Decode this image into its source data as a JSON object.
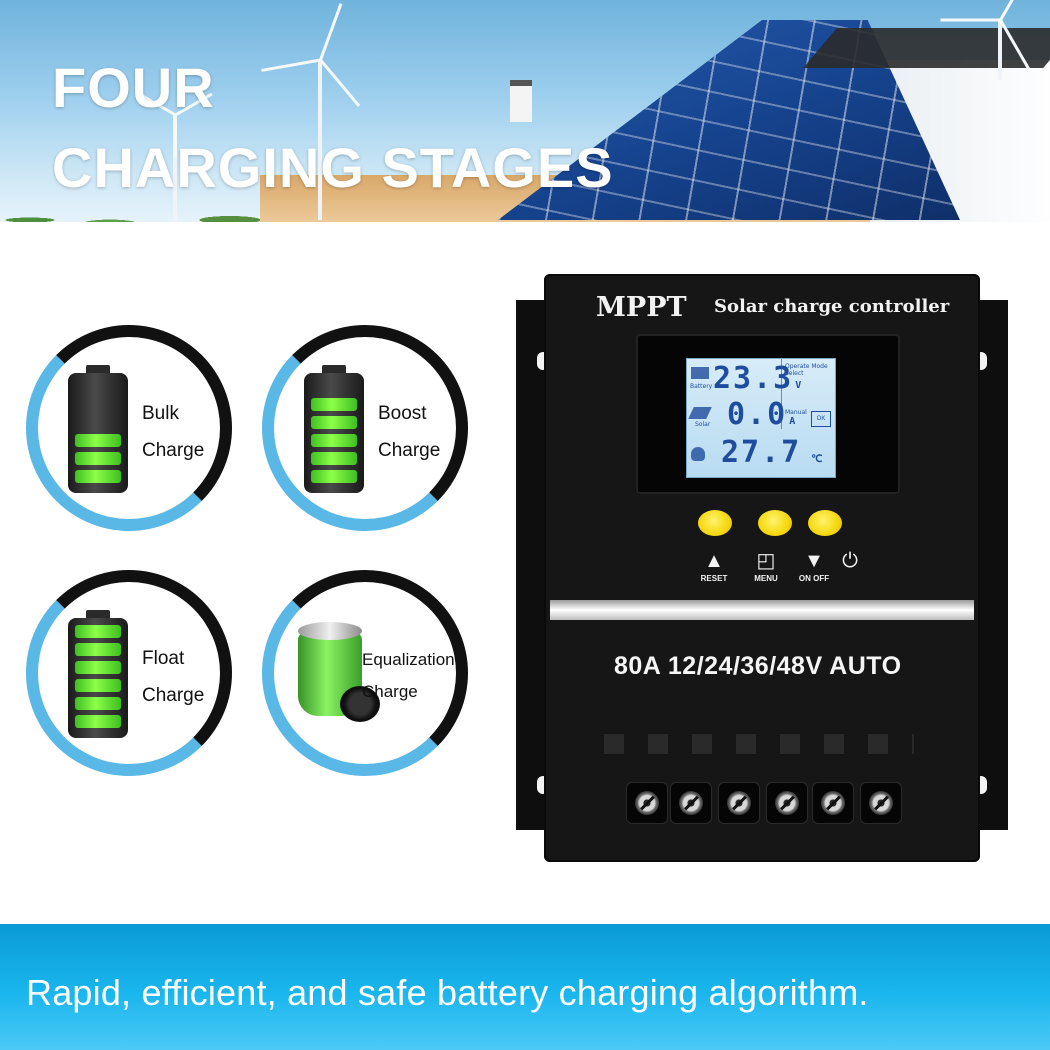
{
  "header": {
    "line1": "FOUR",
    "line2": "CHARGING STAGES"
  },
  "stages": [
    {
      "line1": "Bulk",
      "line2": "Charge",
      "level_fraction": 0.5,
      "icon": "battery-icon"
    },
    {
      "line1": "Boost",
      "line2": "Charge",
      "level_fraction": 0.75,
      "icon": "battery-icon"
    },
    {
      "line1": "Float",
      "line2": "Charge",
      "level_fraction": 1.0,
      "icon": "battery-icon"
    },
    {
      "line1": "Equalization",
      "line2": "Charge",
      "icon": "charging-jar-icon"
    }
  ],
  "controller": {
    "brand": "MPPT",
    "subtitle": "Solar charge controller",
    "lcd": {
      "voltage": "23.3",
      "voltage_unit": "V",
      "current": "0.0",
      "current_unit": "A",
      "temperature": "27.7",
      "temperature_unit": "℃",
      "battery_label": "Battery",
      "solar_label": "Solar",
      "mode_label": "Operate Mode Select",
      "manual_label": "Manual",
      "ok_label": "OK"
    },
    "buttons": [
      {
        "glyph": "▲",
        "caption": "RESET"
      },
      {
        "glyph": "◰",
        "caption": "MENU"
      },
      {
        "glyph": "▼",
        "caption": "ON OFF"
      },
      {
        "glyph": "⏻",
        "caption": ""
      }
    ],
    "spec": "80A  12/24/36/48V AUTO"
  },
  "footer": {
    "tagline": "Rapid, efficient, and safe battery charging algorithm."
  },
  "colors": {
    "accent_blue": "#1ab6ee",
    "ring_blue": "#59b8e6",
    "battery_green": "#6fe83a",
    "button_yellow": "#f3d300"
  }
}
